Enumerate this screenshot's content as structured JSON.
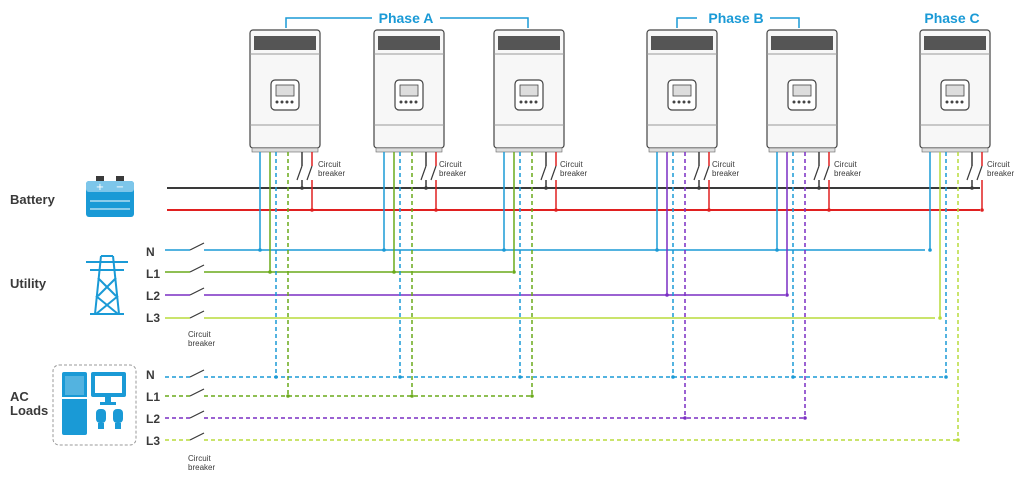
{
  "phases": {
    "a": "Phase A",
    "b": "Phase B",
    "c": "Phase C"
  },
  "labels": {
    "battery": "Battery",
    "utility": "Utility",
    "ac_loads_1": "AC",
    "ac_loads_2": "Loads"
  },
  "lines": {
    "n": "N",
    "l1": "L1",
    "l2": "L2",
    "l3": "L3"
  },
  "circuit_breaker": {
    "line1": "Circuit",
    "line2": "breaker"
  },
  "colors": {
    "neutral": "#1a9ad6",
    "l1": "#6aaa1a",
    "l2": "#7a2ec4",
    "l3": "#b8dc3c",
    "battery_pos": "#e02020",
    "battery_neg": "#3a3a3a",
    "phase_accent": "#1a9ad6"
  },
  "icons": [
    "battery-icon",
    "transmission-tower-icon",
    "refrigerator-icon",
    "monitor-icon",
    "lightbulb-icon"
  ]
}
